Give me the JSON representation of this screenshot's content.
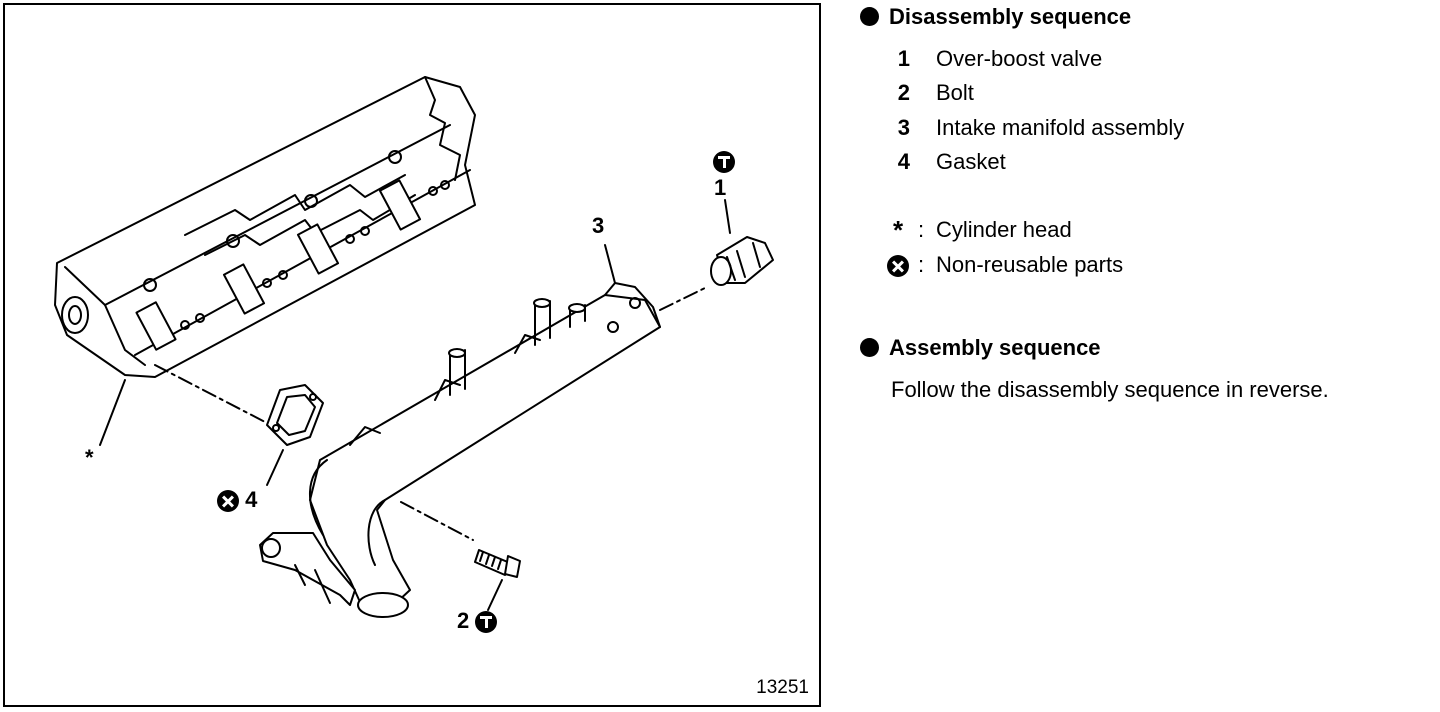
{
  "figure": {
    "number": "13251",
    "callouts": {
      "c1": "1",
      "c2": "2",
      "c3": "3",
      "c4": "4",
      "asterisk": "*"
    }
  },
  "disassembly": {
    "heading": "Disassembly sequence",
    "items": [
      {
        "num": "1",
        "label": "Over-boost valve"
      },
      {
        "num": "2",
        "label": "Bolt"
      },
      {
        "num": "3",
        "label": "Intake manifold assembly"
      },
      {
        "num": "4",
        "label": "Gasket"
      }
    ]
  },
  "symbols": {
    "asterisk": {
      "symbol": "*",
      "label": "Cylinder head"
    },
    "nonreusable": {
      "icon": "non-reusable-icon",
      "label": "Non-reusable parts"
    },
    "colon": ":"
  },
  "assembly": {
    "heading": "Assembly sequence",
    "text": "Follow the disassembly sequence in reverse."
  },
  "icons": {
    "torque": "tighten-torque-icon",
    "nonreusable": "non-reusable-icon"
  }
}
